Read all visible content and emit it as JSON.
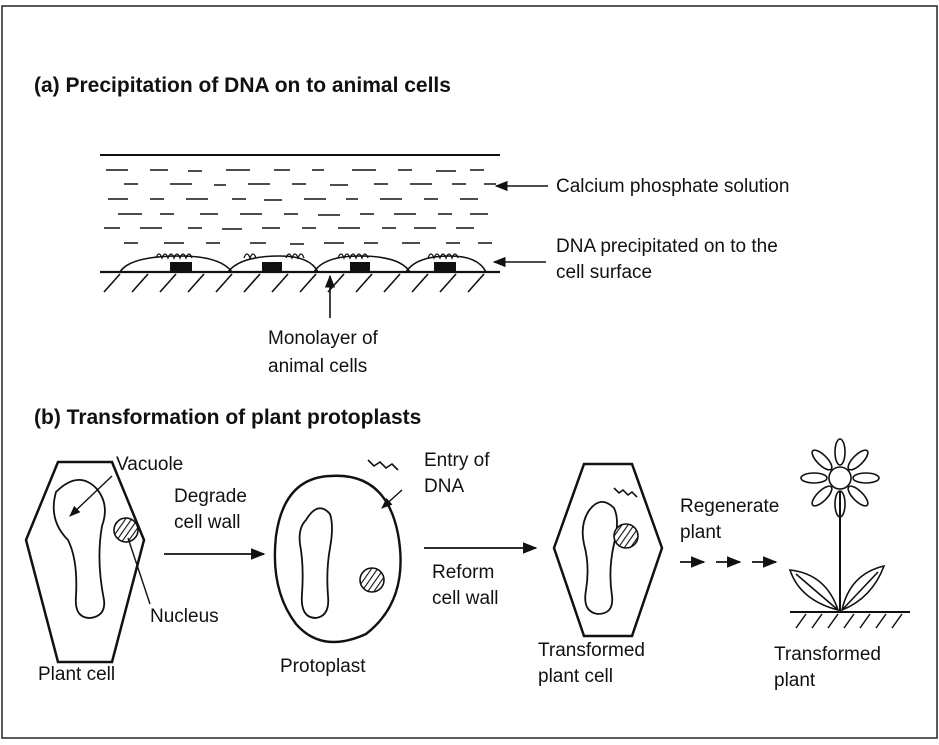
{
  "part_a": {
    "heading": "(a)  Precipitation of DNA on to animal cells",
    "label_solution": "Calcium phosphate solution",
    "label_dna_line1": "DNA precipitated on to the",
    "label_dna_line2": "cell surface",
    "label_monolayer_line1": "Monolayer of",
    "label_monolayer_line2": "animal cells"
  },
  "part_b": {
    "heading": "(b)  Transformation of plant protoplasts",
    "label_vacuole": "Vacuole",
    "label_nucleus": "Nucleus",
    "label_plant_cell": "Plant cell",
    "label_degrade_line1": "Degrade",
    "label_degrade_line2": "cell wall",
    "label_entry_line1": "Entry of",
    "label_entry_line2": "DNA",
    "label_protoplast": "Protoplast",
    "label_reform_line1": "Reform",
    "label_reform_line2": "cell wall",
    "label_transformed_cell_line1": "Transformed",
    "label_transformed_cell_line2": "plant cell",
    "label_regenerate_line1": "Regenerate",
    "label_regenerate_line2": "plant",
    "label_transformed_plant_line1": "Transformed",
    "label_transformed_plant_line2": "plant"
  }
}
